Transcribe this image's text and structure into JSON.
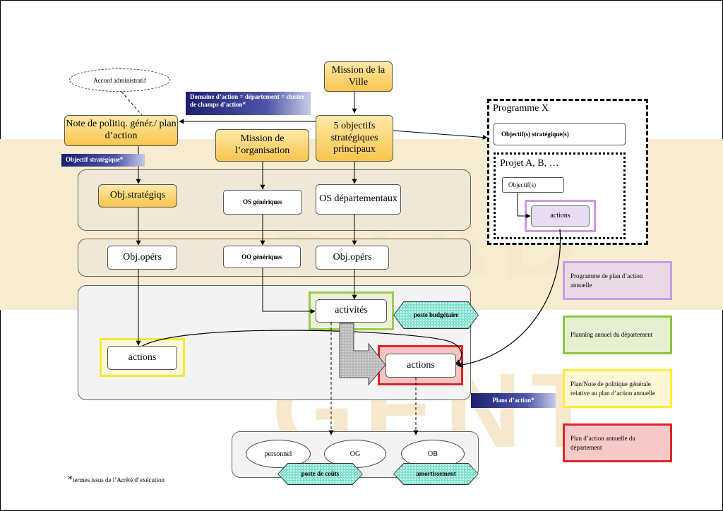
{
  "watermark": {
    "line1": "STAD",
    "line2": "GENT"
  },
  "nodes": {
    "accord": "Accord administratif",
    "mission_ville": "Mission de la Ville",
    "note_politique": "Note de politiq. génér./ plan d’action",
    "mission_org": "Mission de l’organisation",
    "objectifs_5": "5 objectifs stratégiques principaux",
    "obj_strategiqs": "Obj.stratégiqs",
    "os_generiques": "OS génériques",
    "os_departementaux": "OS départementaux",
    "obj_opers_left": "Obj.opérs",
    "oo_generiques": "OO génériques",
    "obj_opers_right": "Obj.opérs",
    "activites": "activités",
    "actions_left": "actions",
    "actions_right": "actions",
    "personnel": "personnel",
    "og": "OG",
    "ob": "OB"
  },
  "labels": {
    "domaine": "Domaine d’action = département = cluster de champs d’action*",
    "objectif_strategique": "Objectif stratégique*",
    "plans_action": "Plans d’action*",
    "poste_budgetaire": "poste budgétaire",
    "poste_couts": "poste de coûts",
    "amortissement": "amortissement"
  },
  "programme": {
    "title": "Programme X",
    "objectif_strat": "Objectif(s) stratégique(s)",
    "projet_title": "Projet A, B, …",
    "objectif": "Objectif(s)",
    "actions": "actions"
  },
  "legend": [
    {
      "text": "Programme de plan d’action annuelle",
      "border": "#c89be8",
      "fill": "#ead9e4"
    },
    {
      "text": "Planning annuel du département",
      "border": "#8fc43c",
      "fill": "#e4f0d0"
    },
    {
      "text": "Plan/Note de politique générale relative au plan d’action annuelle",
      "border": "#ffee33",
      "fill": "#fdf7d8"
    },
    {
      "text": "Plan d’action annuelle du département",
      "border": "#e02424",
      "fill": "#f8c9c9"
    }
  ],
  "footnote": {
    "star": "*",
    "text": "termes issus de l’Arrêté d’exécution"
  }
}
